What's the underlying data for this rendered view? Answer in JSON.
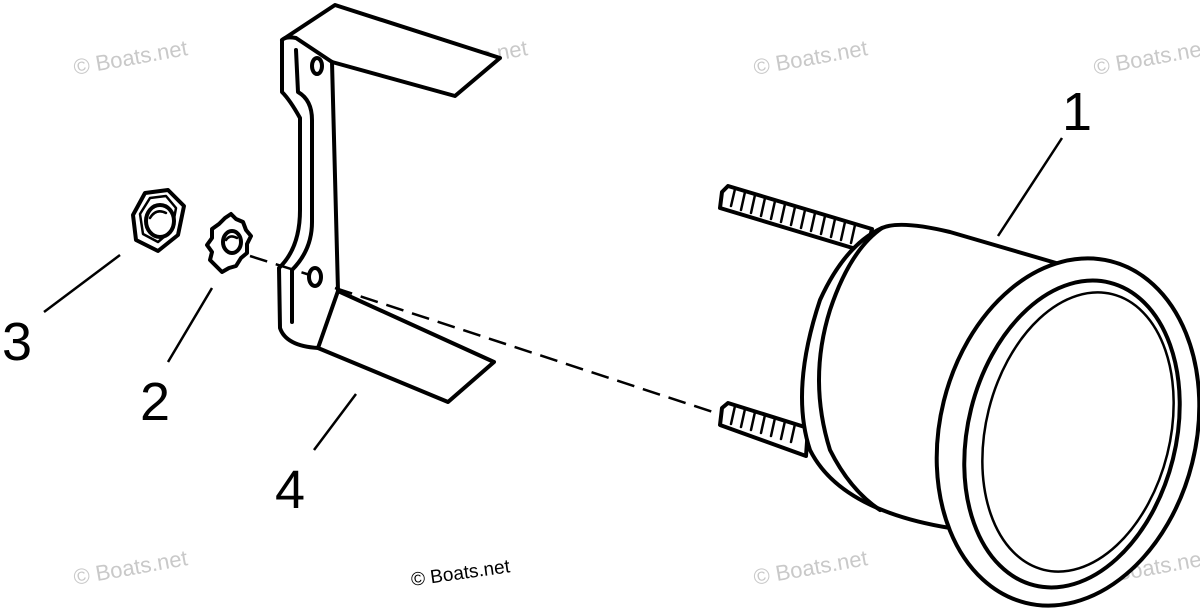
{
  "diagram": {
    "watermark": "© Boats.net",
    "credit": "© Boats.net",
    "callouts": [
      {
        "id": "1",
        "text": "1"
      },
      {
        "id": "2",
        "text": "2"
      },
      {
        "id": "3",
        "text": "3"
      },
      {
        "id": "4",
        "text": "4"
      }
    ]
  }
}
